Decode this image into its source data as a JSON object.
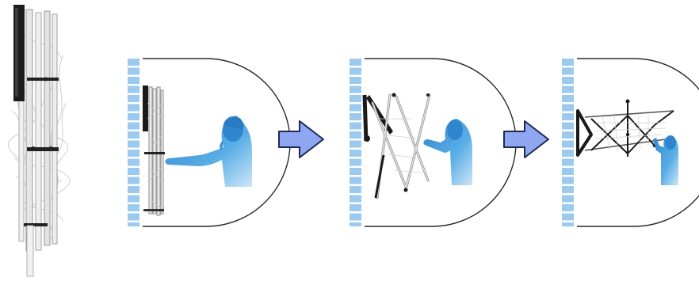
{
  "figure": {
    "description_free": true,
    "colors": {
      "wall": "#9cc9ee",
      "wall_gap": "#ffffff",
      "panel_outline": "#2a2a2a",
      "person": "#3a93d6",
      "person_light": "#a9d3f2",
      "arrow_fill": "#8fa6f0",
      "arrow_stroke": "#1e2a55",
      "frame_dark": "#1a1a1a",
      "frame_light": "#d8d8d8",
      "wire": "#bfbfbf"
    },
    "items": [
      {
        "kind": "folded-structure-photo"
      },
      {
        "kind": "panel",
        "stage": "folded",
        "icon": "person-pushing-icon"
      },
      {
        "kind": "arrow",
        "icon": "right-arrow-icon"
      },
      {
        "kind": "panel",
        "stage": "half-extended",
        "icon": "person-pushing-icon"
      },
      {
        "kind": "arrow",
        "icon": "right-arrow-icon"
      },
      {
        "kind": "panel",
        "stage": "fully-extended",
        "icon": "person-standing-icon"
      }
    ]
  }
}
